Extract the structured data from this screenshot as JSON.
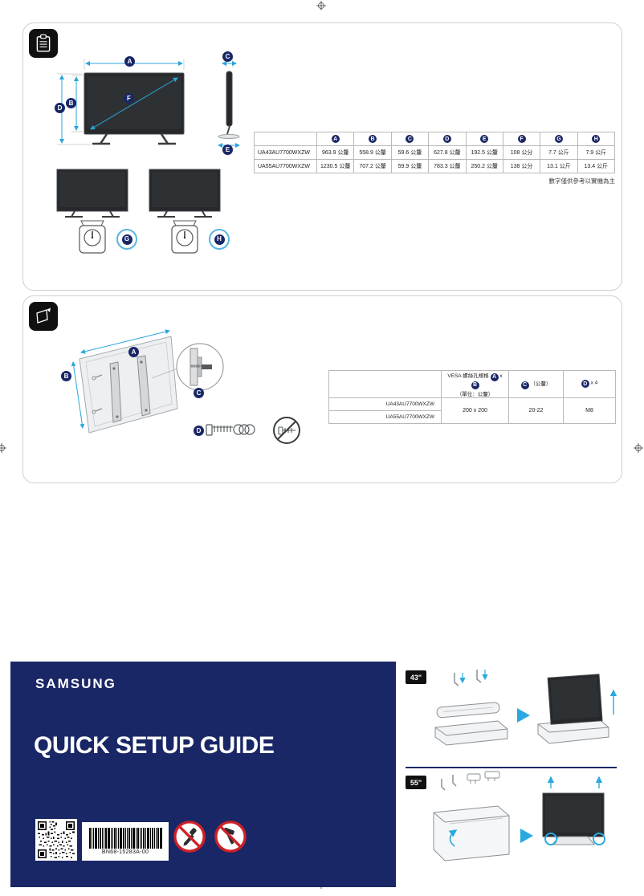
{
  "meta": {
    "disclaimer": "數字僅供參考以實機為主"
  },
  "colors": {
    "navy": "#1a2766",
    "cyan": "#29a9e0",
    "red": "#cf2027",
    "black": "#111111"
  },
  "icon_names": [
    "clipboard-icon",
    "wall-mount-icon",
    "qr-code",
    "barcode",
    "no-screwdriver-icon",
    "no-hammer-icon",
    "arrow-right-icon",
    "crosshair-registration-mark"
  ],
  "callouts": {
    "A": "A",
    "B": "B",
    "C": "C",
    "D": "D",
    "E": "E",
    "F": "F",
    "G": "G",
    "H": "H"
  },
  "dim_table": {
    "headers": [
      "A",
      "B",
      "C",
      "D",
      "E",
      "F",
      "G",
      "H"
    ],
    "rows": [
      {
        "model": "UA43AU7700WXZW",
        "values": [
          "963.9 公釐",
          "558.9 公釐",
          "59.6 公釐",
          "627.8 公釐",
          "192.5 公釐",
          "108 公分",
          "7.7 公斤",
          "7.9 公斤"
        ]
      },
      {
        "model": "UA55AU7700WXZW",
        "values": [
          "1230.5 公釐",
          "707.2 公釐",
          "59.9 公釐",
          "783.3 公釐",
          "250.2 公釐",
          "138 公分",
          "13.1 公斤",
          "13.4 公斤"
        ]
      }
    ]
  },
  "vesa_table": {
    "col_a_header": "VESA 螺絲孔規格",
    "x_sep": "x",
    "col_a_sub": "（單位：公釐）",
    "col_c_suffix": "（公釐）",
    "col_d_suffix": "x 4",
    "rows": [
      {
        "model": "UA43AU7700WXZW"
      },
      {
        "model": "UA55AU7700WXZW"
      }
    ],
    "vesa_value": "200 x 200",
    "c_value": "20-22",
    "d_value": "M8"
  },
  "cover": {
    "brand": "SAMSUNG",
    "title": "QUICK SETUP GUIDE",
    "barcode_text": "BN68-15283A-00",
    "size_43": "43\"",
    "size_55": "55\""
  }
}
